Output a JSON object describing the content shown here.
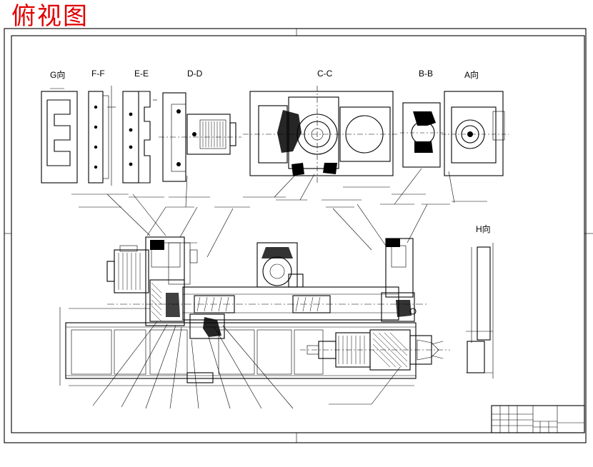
{
  "page": {
    "title": "俯视图",
    "title_color": "#e00000"
  },
  "views": {
    "g": "G向",
    "ff": "F-F",
    "ee": "E-E",
    "dd": "D-D",
    "cc": "C-C",
    "bb": "B-B",
    "a": "A向",
    "h": "H向"
  },
  "drawing": {
    "line_color": "#000000",
    "background": "#ffffff"
  }
}
